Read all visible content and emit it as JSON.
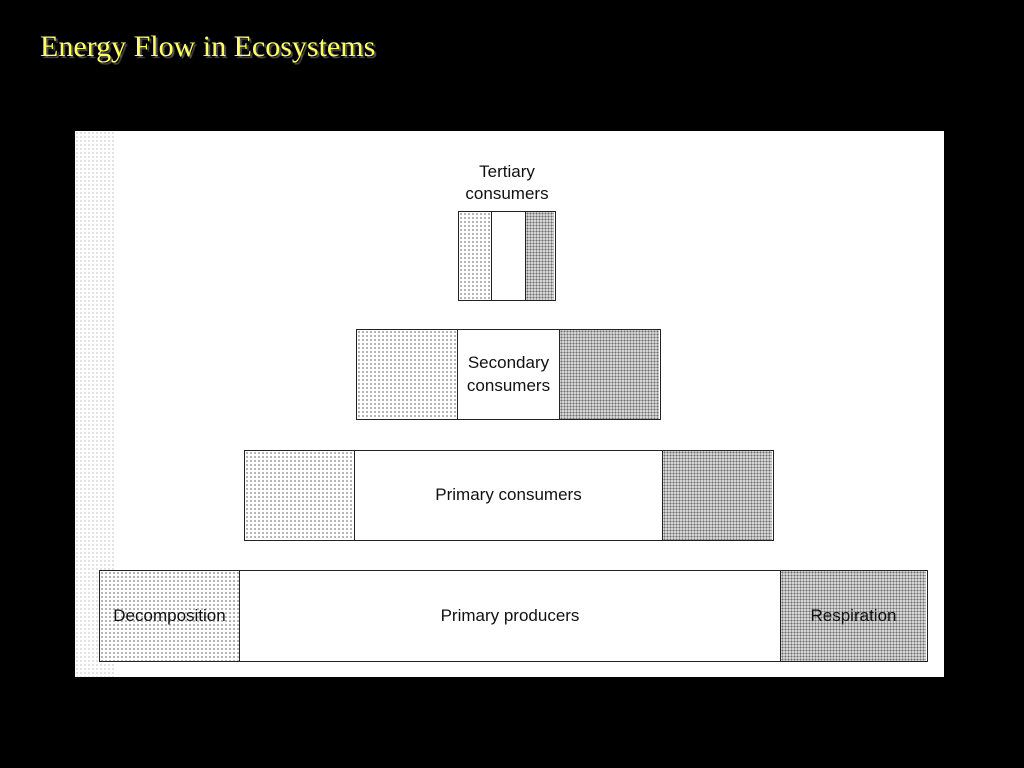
{
  "slide": {
    "title": "Energy Flow in Ecosystems"
  },
  "diagram": {
    "tertiary_label_line1": "Tertiary",
    "tertiary_label_line2": "consumers",
    "secondary_label_line1": "Secondary",
    "secondary_label_line2": "consumers",
    "primary_consumers_label": "Primary consumers",
    "primary_producers_label": "Primary producers",
    "decomposition_label": "Decomposition",
    "respiration_label": "Respiration"
  }
}
